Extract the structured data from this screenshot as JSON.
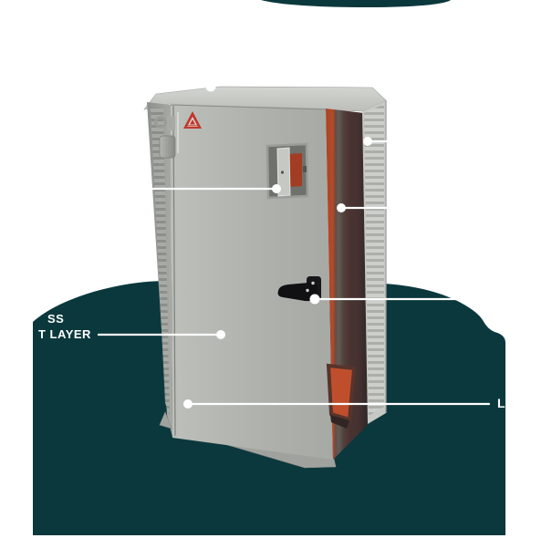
{
  "colors": {
    "background": "#ffffff",
    "teal_blob": "#0b383d",
    "callout_white": "#ffffff",
    "cabinet_gray": "#b0b2ae",
    "interior_orange": "#b34728",
    "logo_red": "#c0392b",
    "handle_black": "#17171a"
  },
  "callouts": {
    "door_front": {
      "label_line1": "SS",
      "label_line2": "T LAYER"
    },
    "bottom_right": {
      "label": "L"
    }
  }
}
